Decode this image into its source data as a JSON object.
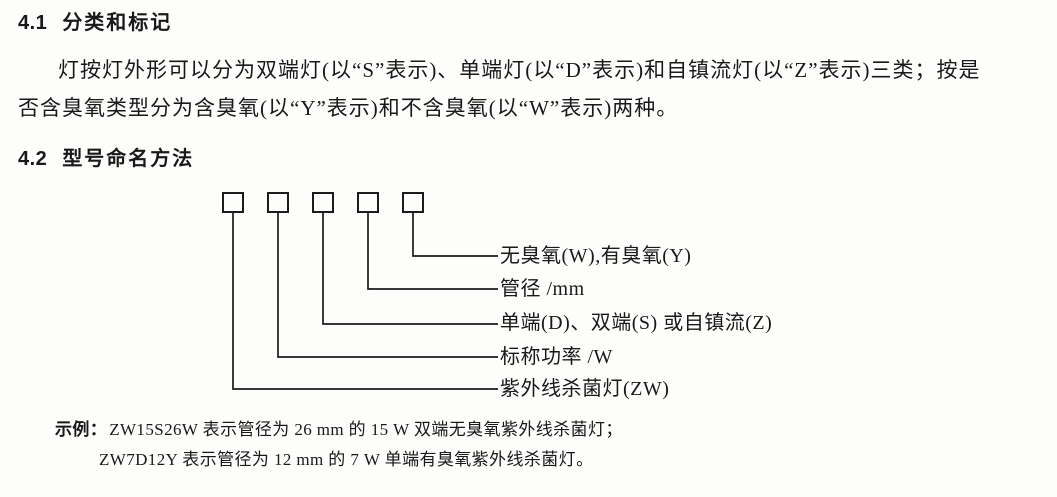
{
  "page": {
    "background": "#fdfdfc",
    "text_color": "#191919",
    "line_color": "#1b1b1b"
  },
  "sections": {
    "s41": {
      "number": "4.1",
      "title": "分类和标记"
    },
    "s42": {
      "number": "4.2",
      "title": "型号命名方法"
    }
  },
  "paragraph": {
    "line1": "灯按灯外形可以分为双端灯(以“S”表示)、单端灯(以“D”表示)和自镇流灯(以“Z”表示)三类；按是",
    "line2": "否含臭氧类型分为含臭氧(以“Y”表示)和不含臭氧(以“W”表示)两种。"
  },
  "diagram": {
    "box_count": 5,
    "labels": [
      "无臭氧(W),有臭氧(Y)",
      "管径 /mm",
      "单端(D)、双端(S) 或自镇流(Z)",
      "标称功率 /W",
      "紫外线杀菌灯(ZW)"
    ]
  },
  "examples": {
    "prefix": "示例：",
    "line1": "ZW15S26W 表示管径为 26 mm 的 15 W 双端无臭氧紫外线杀菌灯；",
    "line2": "ZW7D12Y 表示管径为 12 mm 的 7 W 单端有臭氧紫外线杀菌灯。"
  }
}
